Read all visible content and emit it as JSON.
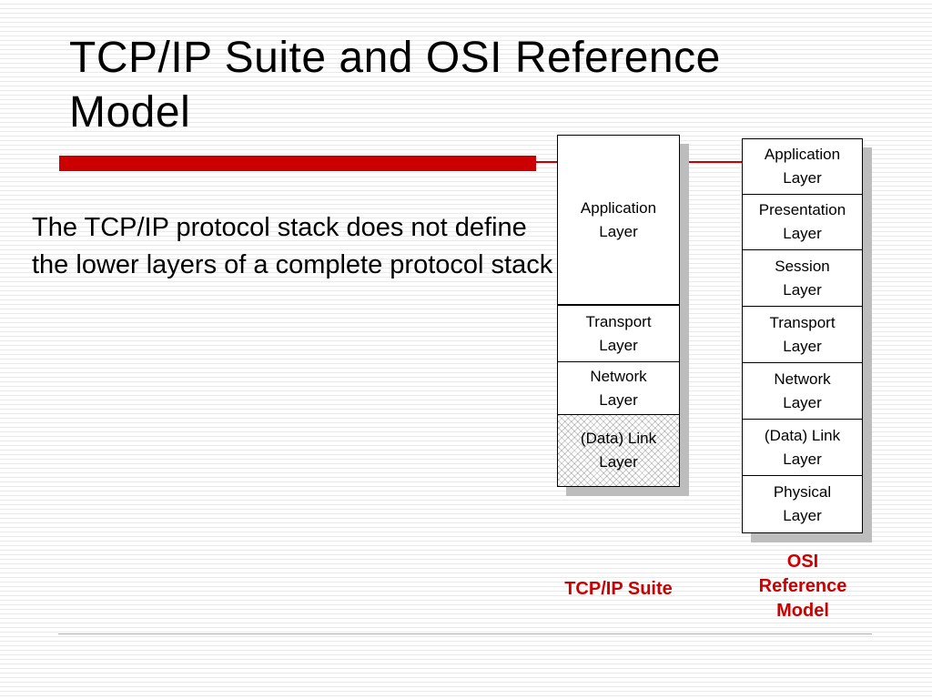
{
  "slide": {
    "title": "TCP/IP Suite and OSI Reference Model",
    "body_text": "The TCP/IP protocol stack does not define the lower layers of a complete protocol stack"
  },
  "tcpip_stack": {
    "caption": "TCP/IP Suite",
    "layers": [
      {
        "label": "Application\nLayer"
      },
      {
        "label": "Transport\nLayer"
      },
      {
        "label": "Network\nLayer"
      },
      {
        "label": "(Data) Link\nLayer",
        "hatched": true
      }
    ]
  },
  "osi_stack": {
    "caption": "OSI\nReference\nModel",
    "layers": [
      {
        "label": "Application\nLayer"
      },
      {
        "label": "Presentation\nLayer"
      },
      {
        "label": "Session\nLayer"
      },
      {
        "label": "Transport\nLayer"
      },
      {
        "label": "Network\nLayer"
      },
      {
        "label": "(Data) Link\nLayer"
      },
      {
        "label": "Physical\nLayer"
      }
    ]
  },
  "colors": {
    "accent_red": "#cc0000",
    "shadow_gray": "#bdbdbd",
    "stripe_gray": "#e9e9e9"
  }
}
